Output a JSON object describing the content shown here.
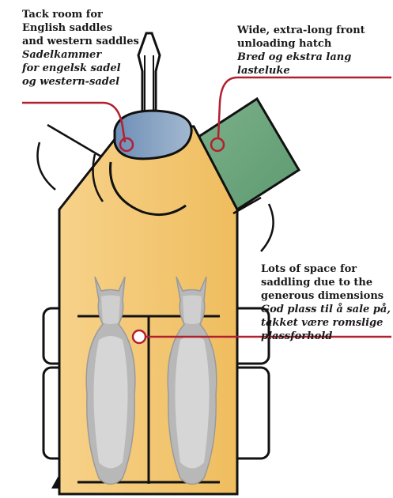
{
  "callouts": {
    "tack_room": {
      "en_line1": "Tack room for",
      "en_line2": "English saddles",
      "en_line3": "and western saddles",
      "no_line1": "Sadelkammer",
      "no_line2": "for engelsk sadel",
      "no_line3": "og western-sadel"
    },
    "hatch": {
      "en_line1": "Wide, extra-long front",
      "en_line2": "unloading hatch",
      "no_line1": "Bred og ekstra lang lasteluke"
    },
    "space": {
      "en_line1": "Lots of space for",
      "en_line2": "saddling due to the",
      "en_line3": "generous dimensions",
      "no_line1": "God plass til å sale på,",
      "no_line2": "takket være romslige",
      "no_line3": "plassforhold"
    }
  },
  "colors": {
    "trailer_body": "#f2c26a",
    "tack_room": "#7f9cc0",
    "hatch": "#6aa37a",
    "callout_line": "#b22030",
    "horse": "#b5b5b5",
    "outline": "#111111"
  }
}
